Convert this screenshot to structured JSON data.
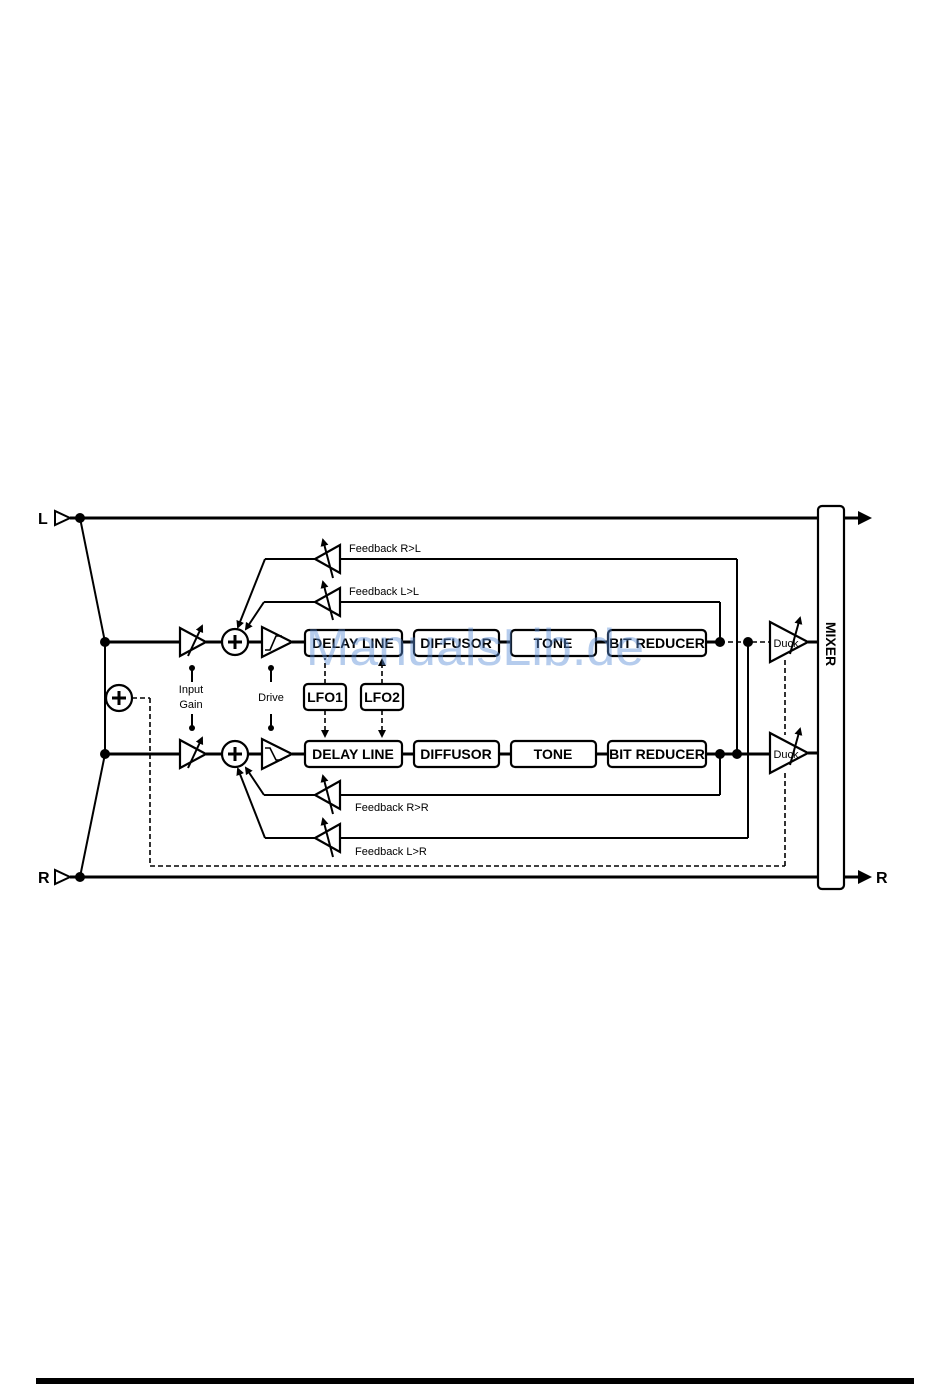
{
  "io": {
    "input_left": "L",
    "input_right": "R",
    "output_right": "R"
  },
  "blocks": {
    "top_chain": [
      "DELAY LINE",
      "DIFFUSOR",
      "TONE",
      "BIT REDUCER"
    ],
    "bottom_chain": [
      "DELAY LINE",
      "DIFFUSOR",
      "TONE",
      "BIT REDUCER"
    ],
    "lfo1": "LFO1",
    "lfo2": "LFO2",
    "mixer": "MIXER",
    "duck_top": "Duck",
    "duck_bottom": "Duck"
  },
  "labels": {
    "input_gain_1": "Input",
    "input_gain_2": "Gain",
    "drive": "Drive",
    "feedback_rl": "Feedback R>L",
    "feedback_ll": "Feedback L>L",
    "feedback_rr": "Feedback R>R",
    "feedback_lr": "Feedback L>R"
  },
  "watermark": "ManualsLib.de"
}
